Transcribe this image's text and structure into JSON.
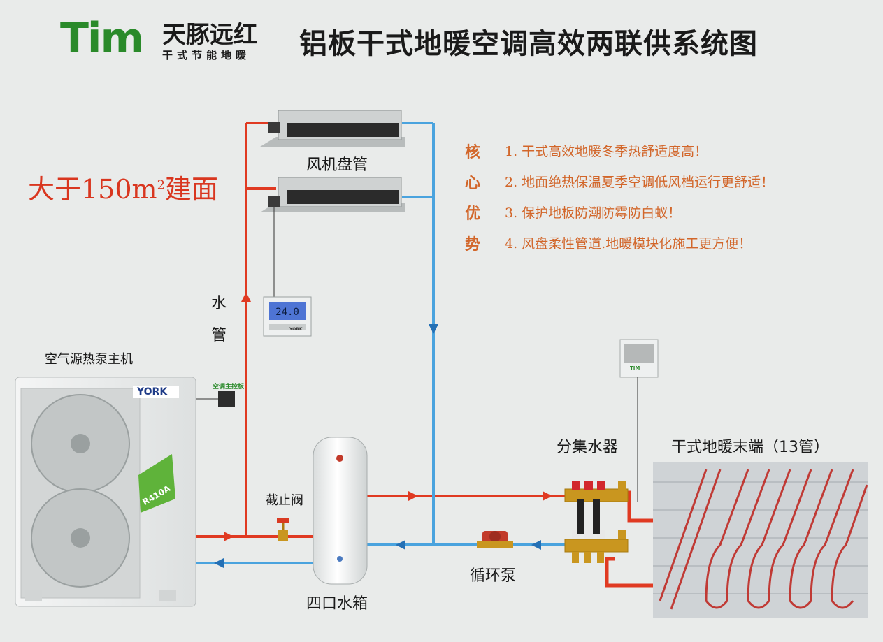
{
  "header": {
    "brand_logo": "Tim",
    "brand_name": "天豚远红",
    "brand_tagline": "干式节能地暖",
    "title": "铝板干式地暖空调高效两联供系统图"
  },
  "area_note": {
    "prefix": "大于150m",
    "sup": "2",
    "suffix": "建面"
  },
  "advantages": {
    "side_chars": [
      "核",
      "心",
      "优",
      "势"
    ],
    "items": [
      "1. 干式高效地暖冬季热舒适度高！",
      "2. 地面绝热保温夏季空调低风档运行更舒适！",
      "3. 保护地板防潮防霉防白蚁！",
      "4. 风盘柔性管道.地暖模块化施工更方便！"
    ]
  },
  "components": {
    "fan_coil": "风机盘管",
    "water_pipe": [
      "水",
      "管"
    ],
    "heat_pump": "空气源热泵主机",
    "main_panel": "空调主控板",
    "brand_unit": "YORK",
    "refrigerant": "R410A",
    "thermostat_display": "24.0",
    "thermostat_brand": "YORK",
    "floor_thermostat_brand": "TIM",
    "shutoff_valve": "截止阀",
    "water_tank": "四口水箱",
    "manifold": "分集水器",
    "circulation_pump": "循环泵",
    "floor_end": "干式地暖末端（13管）"
  },
  "colors": {
    "supply_pipe": "#e03a22",
    "return_pipe": "#4aa3de",
    "accent_orange": "#d2662a",
    "brand_green": "#2a8a2a"
  }
}
